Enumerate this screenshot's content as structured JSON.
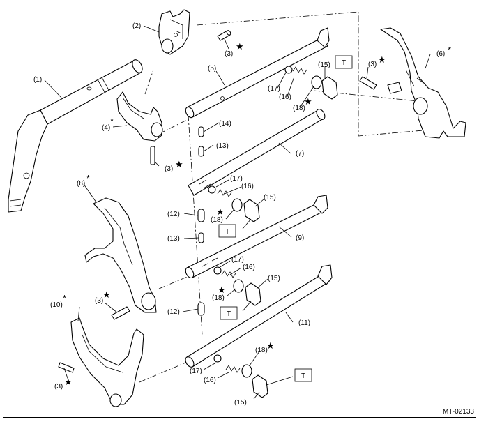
{
  "figure_id": "MT-02133",
  "torque_mark": "T",
  "star_mark": "★",
  "asterisk_mark": "*",
  "labels": {
    "c1": "(1)",
    "c2": "(2)",
    "c3": "(3)",
    "c4": "(4)",
    "c5": "(5)",
    "c6": "(6)",
    "c7": "(7)",
    "c8": "(8)",
    "c9": "(9)",
    "c10": "(10)",
    "c11": "(11)",
    "c12": "(12)",
    "c13": "(13)",
    "c14": "(14)",
    "c15": "(15)",
    "c16": "(16)",
    "c17": "(17)",
    "c18": "(18)"
  }
}
